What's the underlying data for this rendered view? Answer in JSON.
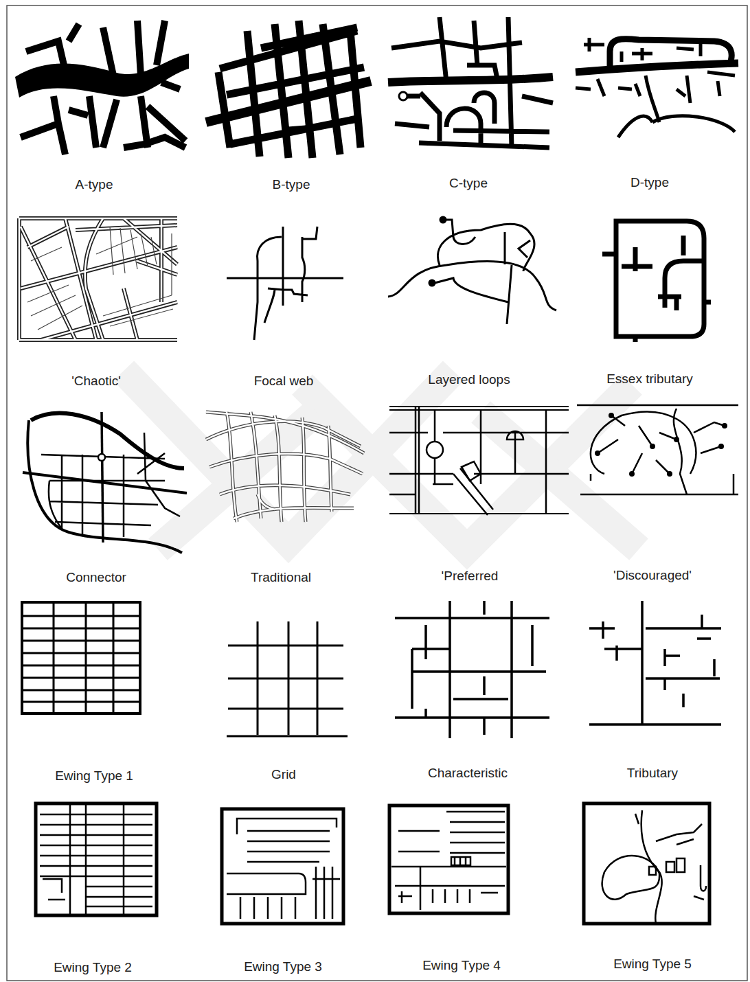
{
  "diagram": {
    "labels": [
      "A-type",
      "B-type",
      "C-type",
      "D-type",
      "'Chaotic'",
      "Focal web",
      "Layered loops",
      "Essex tributary",
      "Connector",
      "Traditional",
      "'Preferred",
      "'Discouraged'",
      "Ewing Type 1",
      "Grid",
      "Characteristic",
      "Tributary",
      "Ewing Type 2",
      "Ewing Type 3",
      "Ewing Type 4",
      "Ewing Type 5"
    ]
  }
}
